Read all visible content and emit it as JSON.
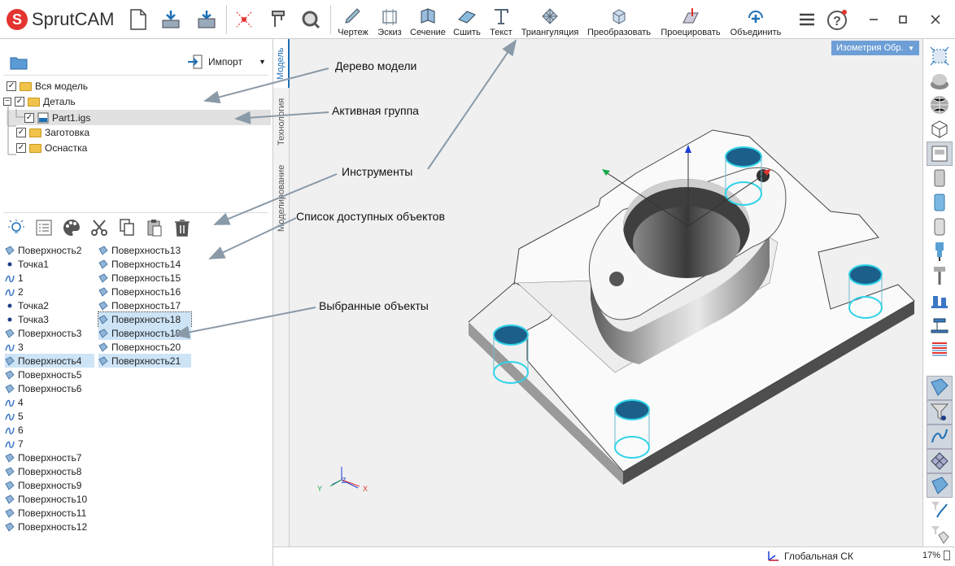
{
  "app": {
    "logo_letter": "S",
    "name": "SprutCAM"
  },
  "toolbar": {
    "tools": [
      {
        "label": "Чертеж"
      },
      {
        "label": "Эскиз"
      },
      {
        "label": "Сечение"
      },
      {
        "label": "Сшить"
      },
      {
        "label": "Текст"
      },
      {
        "label": "Триангуляция"
      },
      {
        "label": "Преобразовать"
      },
      {
        "label": "Проецировать"
      },
      {
        "label": "Объединить"
      }
    ],
    "help_badge": "?",
    "window_icons": [
      "menu-icon",
      "help-icon",
      "minimize-icon",
      "maximize-icon",
      "close-icon"
    ]
  },
  "left_panel": {
    "import_label": "Импорт",
    "tree": [
      {
        "label": "Вся модель"
      },
      {
        "label": "Деталь"
      },
      {
        "label": "Part1.igs"
      },
      {
        "label": "Заготовка"
      },
      {
        "label": "Оснастка"
      }
    ],
    "objects_col1": [
      {
        "label": "Поверхность2",
        "type": "surface"
      },
      {
        "label": "Точка1",
        "type": "point"
      },
      {
        "label": "1",
        "type": "curve"
      },
      {
        "label": "2",
        "type": "curve"
      },
      {
        "label": "Точка2",
        "type": "point"
      },
      {
        "label": "Точка3",
        "type": "point"
      },
      {
        "label": "Поверхность3",
        "type": "surface"
      },
      {
        "label": "3",
        "type": "curve"
      },
      {
        "label": "Поверхность4",
        "type": "surface"
      },
      {
        "label": "Поверхность5",
        "type": "surface"
      },
      {
        "label": "Поверхность6",
        "type": "surface"
      },
      {
        "label": "4",
        "type": "curve"
      },
      {
        "label": "5",
        "type": "curve"
      },
      {
        "label": "6",
        "type": "curve"
      },
      {
        "label": "7",
        "type": "curve"
      },
      {
        "label": "Поверхность7",
        "type": "surface"
      },
      {
        "label": "Поверхность8",
        "type": "surface"
      },
      {
        "label": "Поверхность9",
        "type": "surface"
      },
      {
        "label": "Поверхность10",
        "type": "surface"
      },
      {
        "label": "Поверхность11",
        "type": "surface"
      },
      {
        "label": "Поверхность12",
        "type": "surface"
      }
    ],
    "objects_col2": [
      {
        "label": "Поверхность13",
        "type": "surface"
      },
      {
        "label": "Поверхность14",
        "type": "surface"
      },
      {
        "label": "Поверхность15",
        "type": "surface"
      },
      {
        "label": "Поверхность16",
        "type": "surface"
      },
      {
        "label": "Поверхность17",
        "type": "surface"
      },
      {
        "label": "Поверхность18",
        "type": "surface"
      },
      {
        "label": "Поверхность19",
        "type": "surface"
      },
      {
        "label": "Поверхность20",
        "type": "surface"
      },
      {
        "label": "Поверхность21",
        "type": "surface"
      }
    ]
  },
  "side_tabs": [
    "Модель",
    "Технология",
    "Моделирование"
  ],
  "viewport": {
    "view_label": "Изометрия Обр.",
    "axis_x": "X",
    "axis_y": "Y",
    "axis_z": "Z"
  },
  "annotations": {
    "tree": "Дерево модели",
    "active_group": "Активная группа",
    "tools": "Инструменты",
    "objects": "Список доступных объектов",
    "selected": "Выбранные объекты"
  },
  "status": {
    "cs": "Глобальная СК",
    "zoom": "17%"
  },
  "colors": {
    "accent": "#1e6fb5",
    "selection": "#cde4f7",
    "logo": "#e3342f",
    "highlight_circle": "#2fd3e8"
  }
}
